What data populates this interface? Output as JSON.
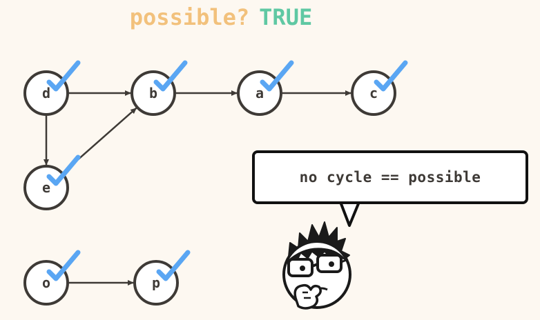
{
  "headline": {
    "question": "possible?",
    "answer": "TRUE"
  },
  "colors": {
    "question": "#f2c17c",
    "answer": "#5fc8a3",
    "check": "#5aa6f3",
    "node_stroke": "#3e3a36",
    "background": "#fdf8f1"
  },
  "graph": {
    "nodes": [
      {
        "id": "d",
        "label": "d",
        "checked": true
      },
      {
        "id": "b",
        "label": "b",
        "checked": true
      },
      {
        "id": "a",
        "label": "a",
        "checked": true
      },
      {
        "id": "c",
        "label": "c",
        "checked": true
      },
      {
        "id": "e",
        "label": "e",
        "checked": true
      },
      {
        "id": "o",
        "label": "o",
        "checked": true
      },
      {
        "id": "p",
        "label": "p",
        "checked": true
      }
    ],
    "edges": [
      {
        "from": "d",
        "to": "b"
      },
      {
        "from": "b",
        "to": "a"
      },
      {
        "from": "a",
        "to": "c"
      },
      {
        "from": "d",
        "to": "e"
      },
      {
        "from": "e",
        "to": "b"
      },
      {
        "from": "o",
        "to": "p"
      }
    ]
  },
  "speech_bubble": {
    "text": "no cycle == possible"
  },
  "icons": {
    "check": "checkmark-icon",
    "character": "thinking-character-icon"
  }
}
